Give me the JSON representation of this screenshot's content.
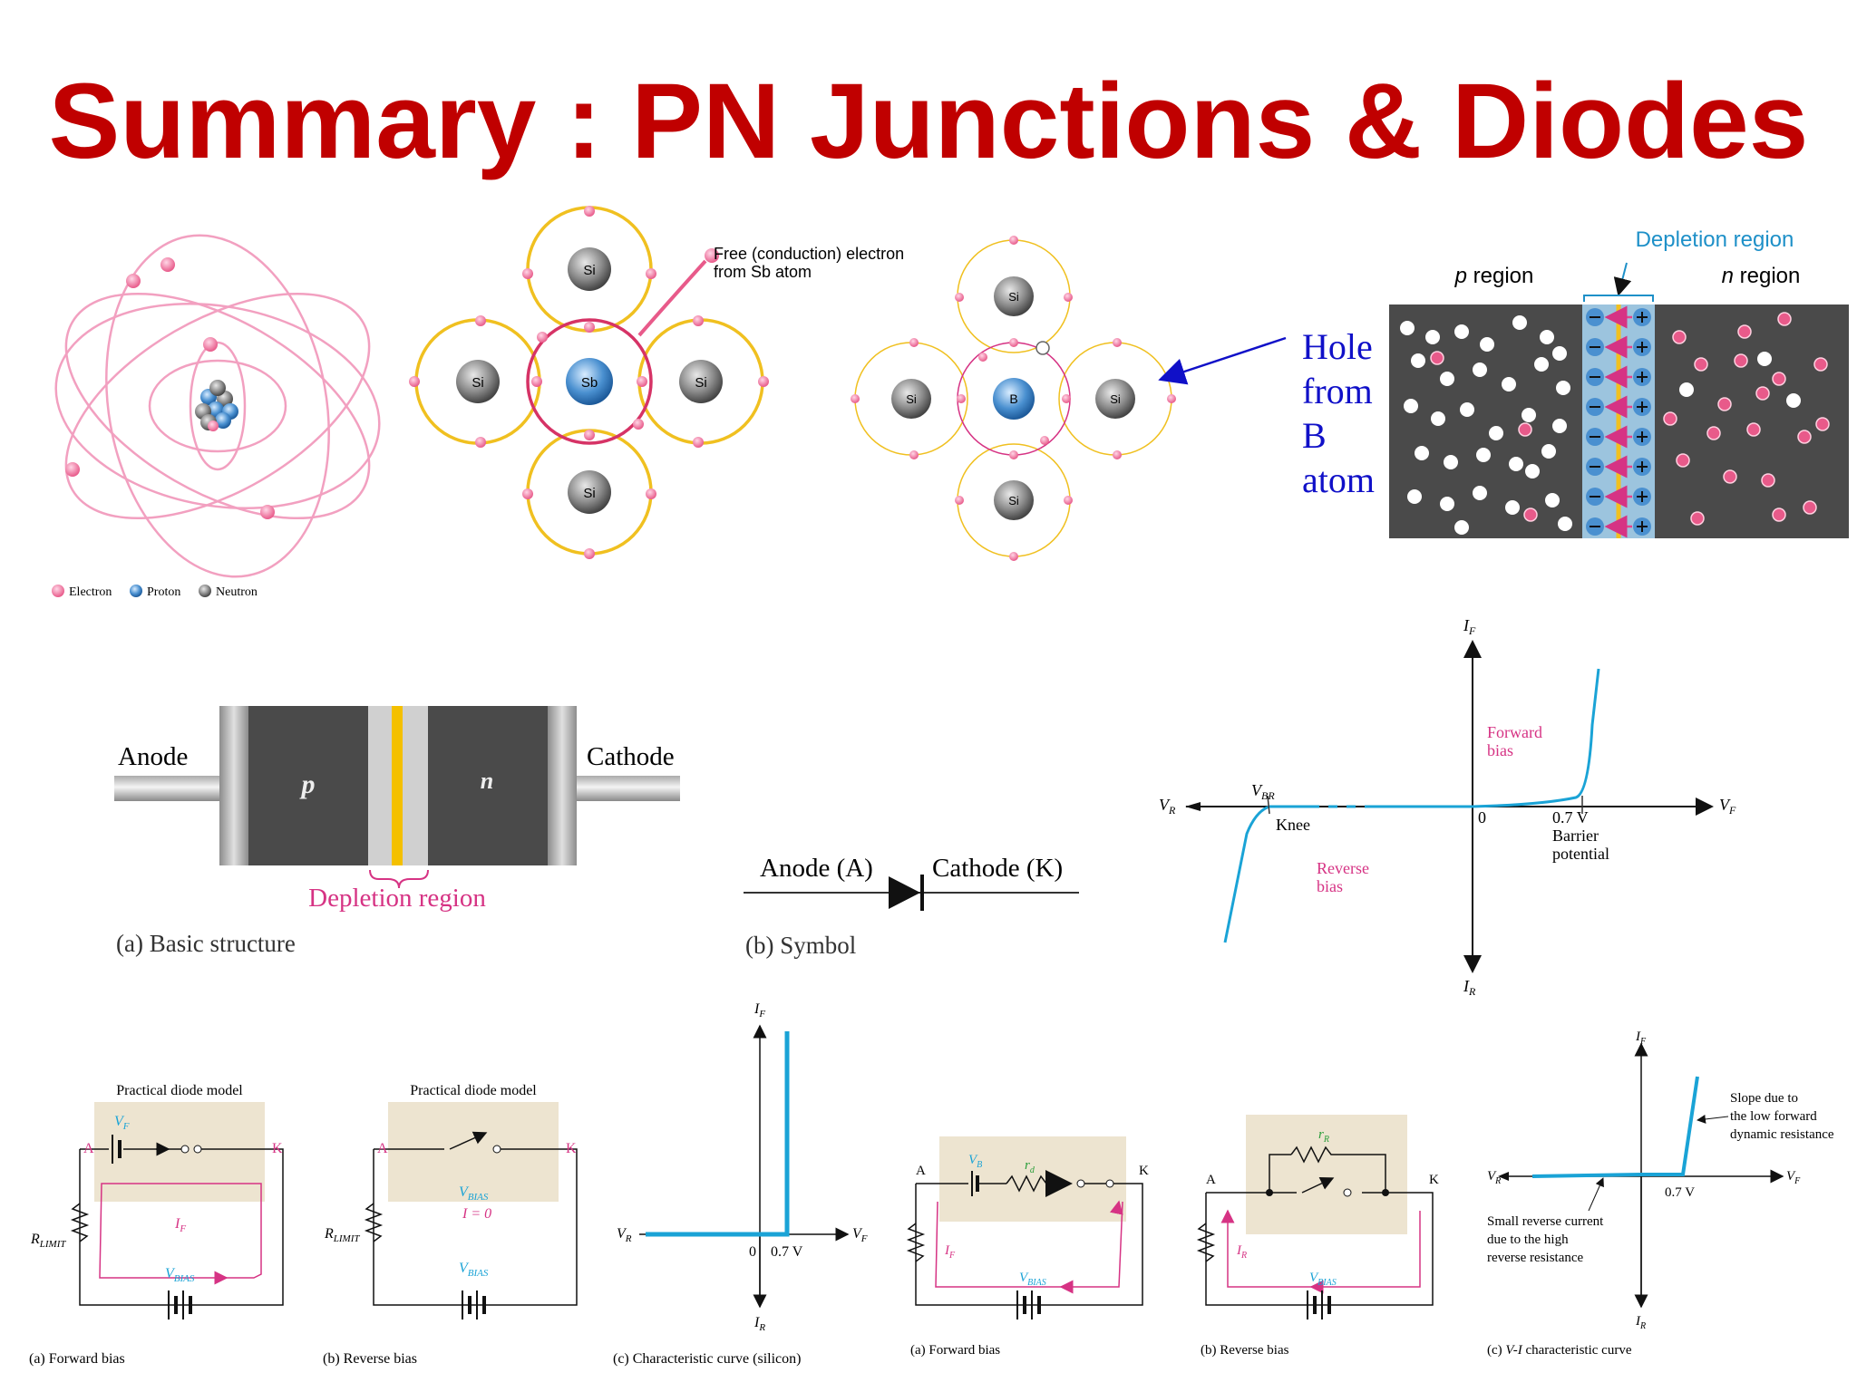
{
  "title": "Summary : PN Junctions & Diodes",
  "colors": {
    "title": "#c00000",
    "electron": "#e85a8a",
    "orbit_pink": "#f2a0c0",
    "orbit_yellow": "#f0c020",
    "proton": "#4a90d0",
    "neutron": "#888888",
    "curve": "#1aa3d6",
    "magenta_label": "#d63384",
    "depletion_blue": "#1e90c8",
    "hole_blue": "#1010c8",
    "block_dark": "#4a4a4a",
    "model_box": "#ede4d0"
  },
  "atom": {
    "legend": {
      "electron": "Electron",
      "proton": "Proton",
      "neutron": "Neutron"
    }
  },
  "sb_lattice": {
    "center": "Sb",
    "neighbors": [
      "Si",
      "Si",
      "Si",
      "Si"
    ],
    "free_electron_label_1": "Free (conduction) electron",
    "free_electron_label_2": "from Sb atom"
  },
  "b_lattice": {
    "center": "B",
    "neighbors": [
      "Si",
      "Si",
      "Si",
      "Si"
    ],
    "hole_label": [
      "Hole",
      "from",
      "B",
      "atom"
    ]
  },
  "junction_slab": {
    "depletion_label": "Depletion region",
    "p_italic": "p",
    "p_rest": " region",
    "n_italic": "n",
    "n_rest": " region"
  },
  "basic_structure": {
    "anode": "Anode",
    "cathode": "Cathode",
    "p": "p",
    "n": "n",
    "depletion": "Depletion region",
    "caption": "(a) Basic structure"
  },
  "symbol": {
    "anode": "Anode (A)",
    "cathode": "Cathode (K)",
    "caption": "(b) Symbol"
  },
  "vi_curve": {
    "if": "I",
    "if_sub": "F",
    "ir": "I",
    "ir_sub": "R",
    "vr": "V",
    "vr_sub": "R",
    "vf": "V",
    "vf_sub": "F",
    "vbr": "V",
    "vbr_sub": "BR",
    "knee": "Knee",
    "origin": "0",
    "v07": "0.7 V",
    "barrier_1": "Barrier",
    "barrier_2": "potential",
    "forward_1": "Forward",
    "forward_2": "bias",
    "reverse_1": "Reverse",
    "reverse_2": "bias"
  },
  "practical_forward": {
    "title": "Practical diode model",
    "a": "A",
    "k": "K",
    "vf": "V",
    "vf_sub": "F",
    "if": "I",
    "if_sub": "F",
    "rlimit": "R",
    "rlimit_sub": "LIMIT",
    "vbias": "V",
    "vbias_sub": "BIAS",
    "caption": "(a) Forward bias"
  },
  "practical_reverse": {
    "title": "Practical diode model",
    "a": "A",
    "k": "K",
    "vbias": "V",
    "vbias_sub": "BIAS",
    "izero": "I = 0",
    "rlimit": "R",
    "rlimit_sub": "LIMIT",
    "caption": "(b) Reverse bias"
  },
  "char_silicon": {
    "if": "I",
    "if_sub": "F",
    "ir": "I",
    "ir_sub": "R",
    "vr": "V",
    "vr_sub": "R",
    "vf": "V",
    "vf_sub": "F",
    "zero": "0",
    "v07": "0.7 V",
    "caption": "(c) Characteristic curve (silicon)"
  },
  "complete_forward": {
    "a": "A",
    "k": "K",
    "vb": "V",
    "vb_sub": "B",
    "rd": "r",
    "rd_sub": "d",
    "if": "I",
    "if_sub": "F",
    "vbias": "V",
    "vbias_sub": "BIAS",
    "caption": "(a) Forward bias"
  },
  "complete_reverse": {
    "a": "A",
    "k": "K",
    "rr": "r",
    "rr_sub": "R",
    "ir": "I",
    "ir_sub": "R",
    "vbias": "V",
    "vbias_sub": "BIAS",
    "caption": "(b) Reverse bias"
  },
  "complete_vi": {
    "if": "I",
    "if_sub": "F",
    "ir": "I",
    "ir_sub": "R",
    "vr": "V",
    "vr_sub": "R",
    "vf": "V",
    "vf_sub": "F",
    "v07": "0.7 V",
    "slope_1": "Slope due to",
    "slope_2": "the low forward",
    "slope_3": "dynamic resistance",
    "small_1": "Small reverse current",
    "small_2": "due to the high",
    "small_3": "reverse resistance",
    "caption_pre": "(c) ",
    "caption_vi": "V-I",
    "caption_post": " characteristic curve"
  }
}
